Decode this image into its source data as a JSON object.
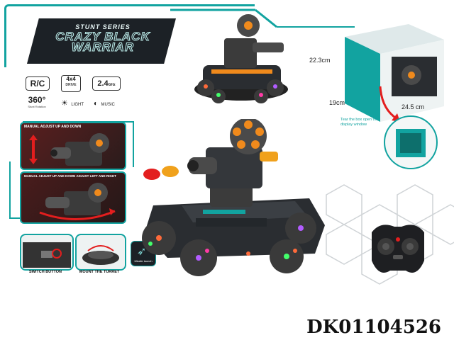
{
  "header": {
    "subtitle": "STUNT SERIES",
    "title_line1": "CRAZY BLACK",
    "title_line2": "WARRIAR"
  },
  "features": {
    "rc": "R/C",
    "drive_top": "4x4",
    "drive_bottom": "DRIVE",
    "ghz": "2.4",
    "ghz_unit": "GHz",
    "rotation": "360°",
    "rotation_sub": "Stunt Rotation",
    "light": "LIGHT",
    "music": "MUSIC"
  },
  "panels": {
    "panel1_caption": "MANUAL ADJUST UP AND DOWN",
    "panel2_caption": "MANUAL ADJUST UP AND DOWN ADJUST LEFT AND RIGHT",
    "switch_caption": "SWITCH BUTTON",
    "mount_caption": "MOUNT THE TURRET",
    "missile_caption": "Missile launch"
  },
  "box": {
    "height": "22.3cm",
    "depth": "19cm",
    "width": "24.5 cm",
    "note": "Tear the box open the display window"
  },
  "product_code": "DK01104526",
  "colors": {
    "accent": "#12a3a0",
    "dark": "#1c2126",
    "orange": "#f08a1c"
  }
}
